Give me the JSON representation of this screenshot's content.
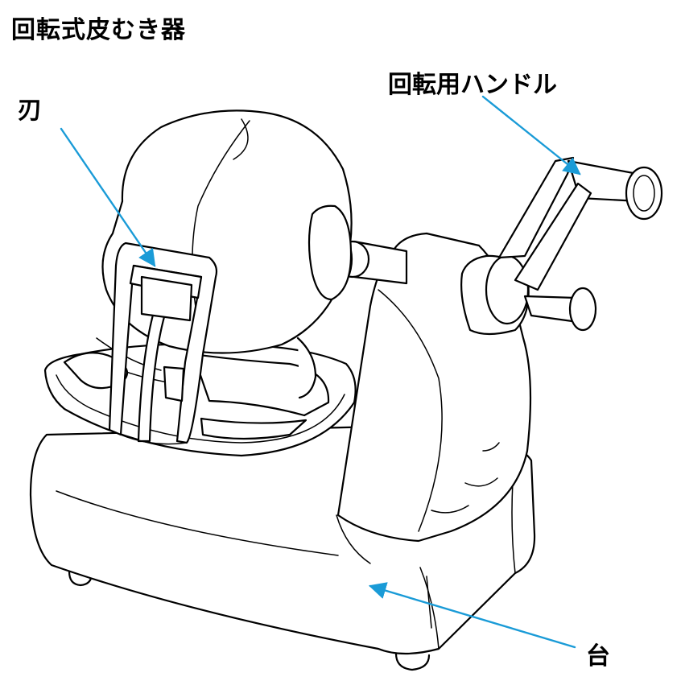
{
  "title": "回転式皮むき器",
  "labels": {
    "blade": "刃",
    "handle": "回転用ハンドル",
    "base": "台"
  },
  "colors": {
    "leader_line": "#1a9bd7",
    "ink": "#000000",
    "background": "#ffffff"
  }
}
